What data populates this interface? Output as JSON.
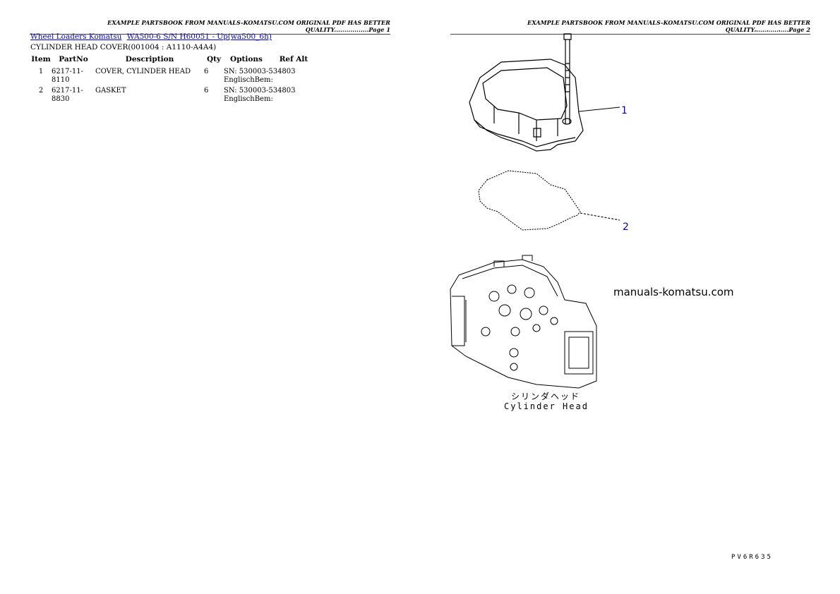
{
  "header": {
    "page1": "EXAMPLE PARTSBOOK FROM MANUALS-KOMATSU.COM ORIGINAL PDF HAS BETTER QUALITY.................Page 1",
    "page2": "EXAMPLE PARTSBOOK FROM MANUALS-KOMATSU.COM ORIGINAL PDF HAS BETTER QUALITY.................Page 2"
  },
  "breadcrumb": {
    "link1": "Wheel Loaders Komatsu",
    "link2": "WA500-6 S/N H60051 - Up(wa500_6h)"
  },
  "subtitle": "CYLINDER HEAD COVER(001004 : A1110-A4A4)",
  "table": {
    "headers": [
      "Item",
      "PartNo",
      "Description",
      "Qty",
      "Options",
      "Ref Alt"
    ],
    "rows": [
      {
        "item": "1",
        "partno": "6217-11-8110",
        "description": "COVER, CYLINDER HEAD",
        "qty": "6",
        "options1": "SN: 530003-534803",
        "options2": "EnglischBem:",
        "refalt": ""
      },
      {
        "item": "2",
        "partno": "6217-11-8830",
        "description": "GASKET",
        "qty": "6",
        "options1": "SN: 530003-534803",
        "options2": "EnglischBem:",
        "refalt": ""
      }
    ]
  },
  "diagram": {
    "code_top": "· · · · · ·",
    "code_bottom": "PV6R635",
    "watermark": "manuals-komatsu.com",
    "callout1": "1",
    "callout2": "2",
    "label_jp": "シリンダヘッド",
    "label_en": "Cylinder Head"
  }
}
